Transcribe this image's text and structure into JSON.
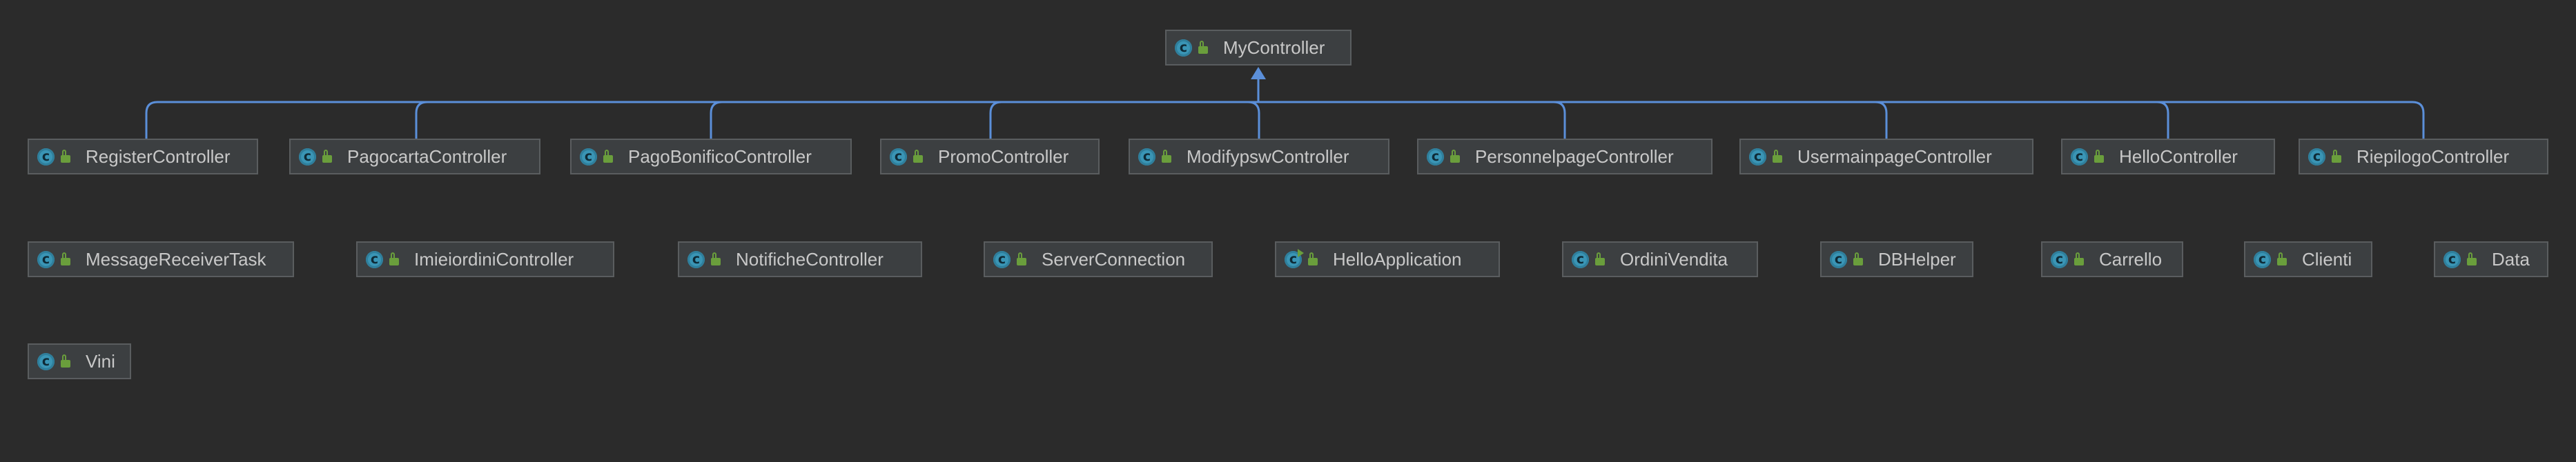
{
  "diagram": {
    "colors": {
      "background": "#2b2b2b",
      "node_fill": "#3c3f41",
      "node_border": "#5a5d5f",
      "edge": "#5b8fd9",
      "class_icon": "#3a95b5",
      "visibility_icon": "#6a9e3c",
      "label": "#c8c8c8"
    },
    "parent": {
      "label": "MyController",
      "icon": "class-icon"
    },
    "subclasses": [
      {
        "label": "RegisterController",
        "icon": "class-icon"
      },
      {
        "label": "PagocartaController",
        "icon": "class-icon"
      },
      {
        "label": "PagoBonificoController",
        "icon": "class-icon"
      },
      {
        "label": "PromoController",
        "icon": "class-icon"
      },
      {
        "label": "ModifypswController",
        "icon": "class-icon"
      },
      {
        "label": "PersonnelpageController",
        "icon": "class-icon"
      },
      {
        "label": "UsermainpageController",
        "icon": "class-icon"
      },
      {
        "label": "HelloController",
        "icon": "class-icon"
      },
      {
        "label": "RiepilogoController",
        "icon": "class-icon"
      }
    ],
    "standalone_row1": [
      {
        "label": "MessageReceiverTask",
        "icon": "class-icon"
      },
      {
        "label": "ImieiordiniController",
        "icon": "class-icon"
      },
      {
        "label": "NotificheController",
        "icon": "class-icon"
      },
      {
        "label": "ServerConnection",
        "icon": "class-icon"
      },
      {
        "label": "HelloApplication",
        "icon": "runnable-class-icon"
      },
      {
        "label": "OrdiniVendita",
        "icon": "class-icon"
      },
      {
        "label": "DBHelper",
        "icon": "class-icon"
      },
      {
        "label": "Carrello",
        "icon": "class-icon"
      },
      {
        "label": "Clienti",
        "icon": "class-icon"
      },
      {
        "label": "Data",
        "icon": "class-icon"
      }
    ],
    "standalone_row2": [
      {
        "label": "Vini",
        "icon": "class-icon"
      }
    ]
  }
}
